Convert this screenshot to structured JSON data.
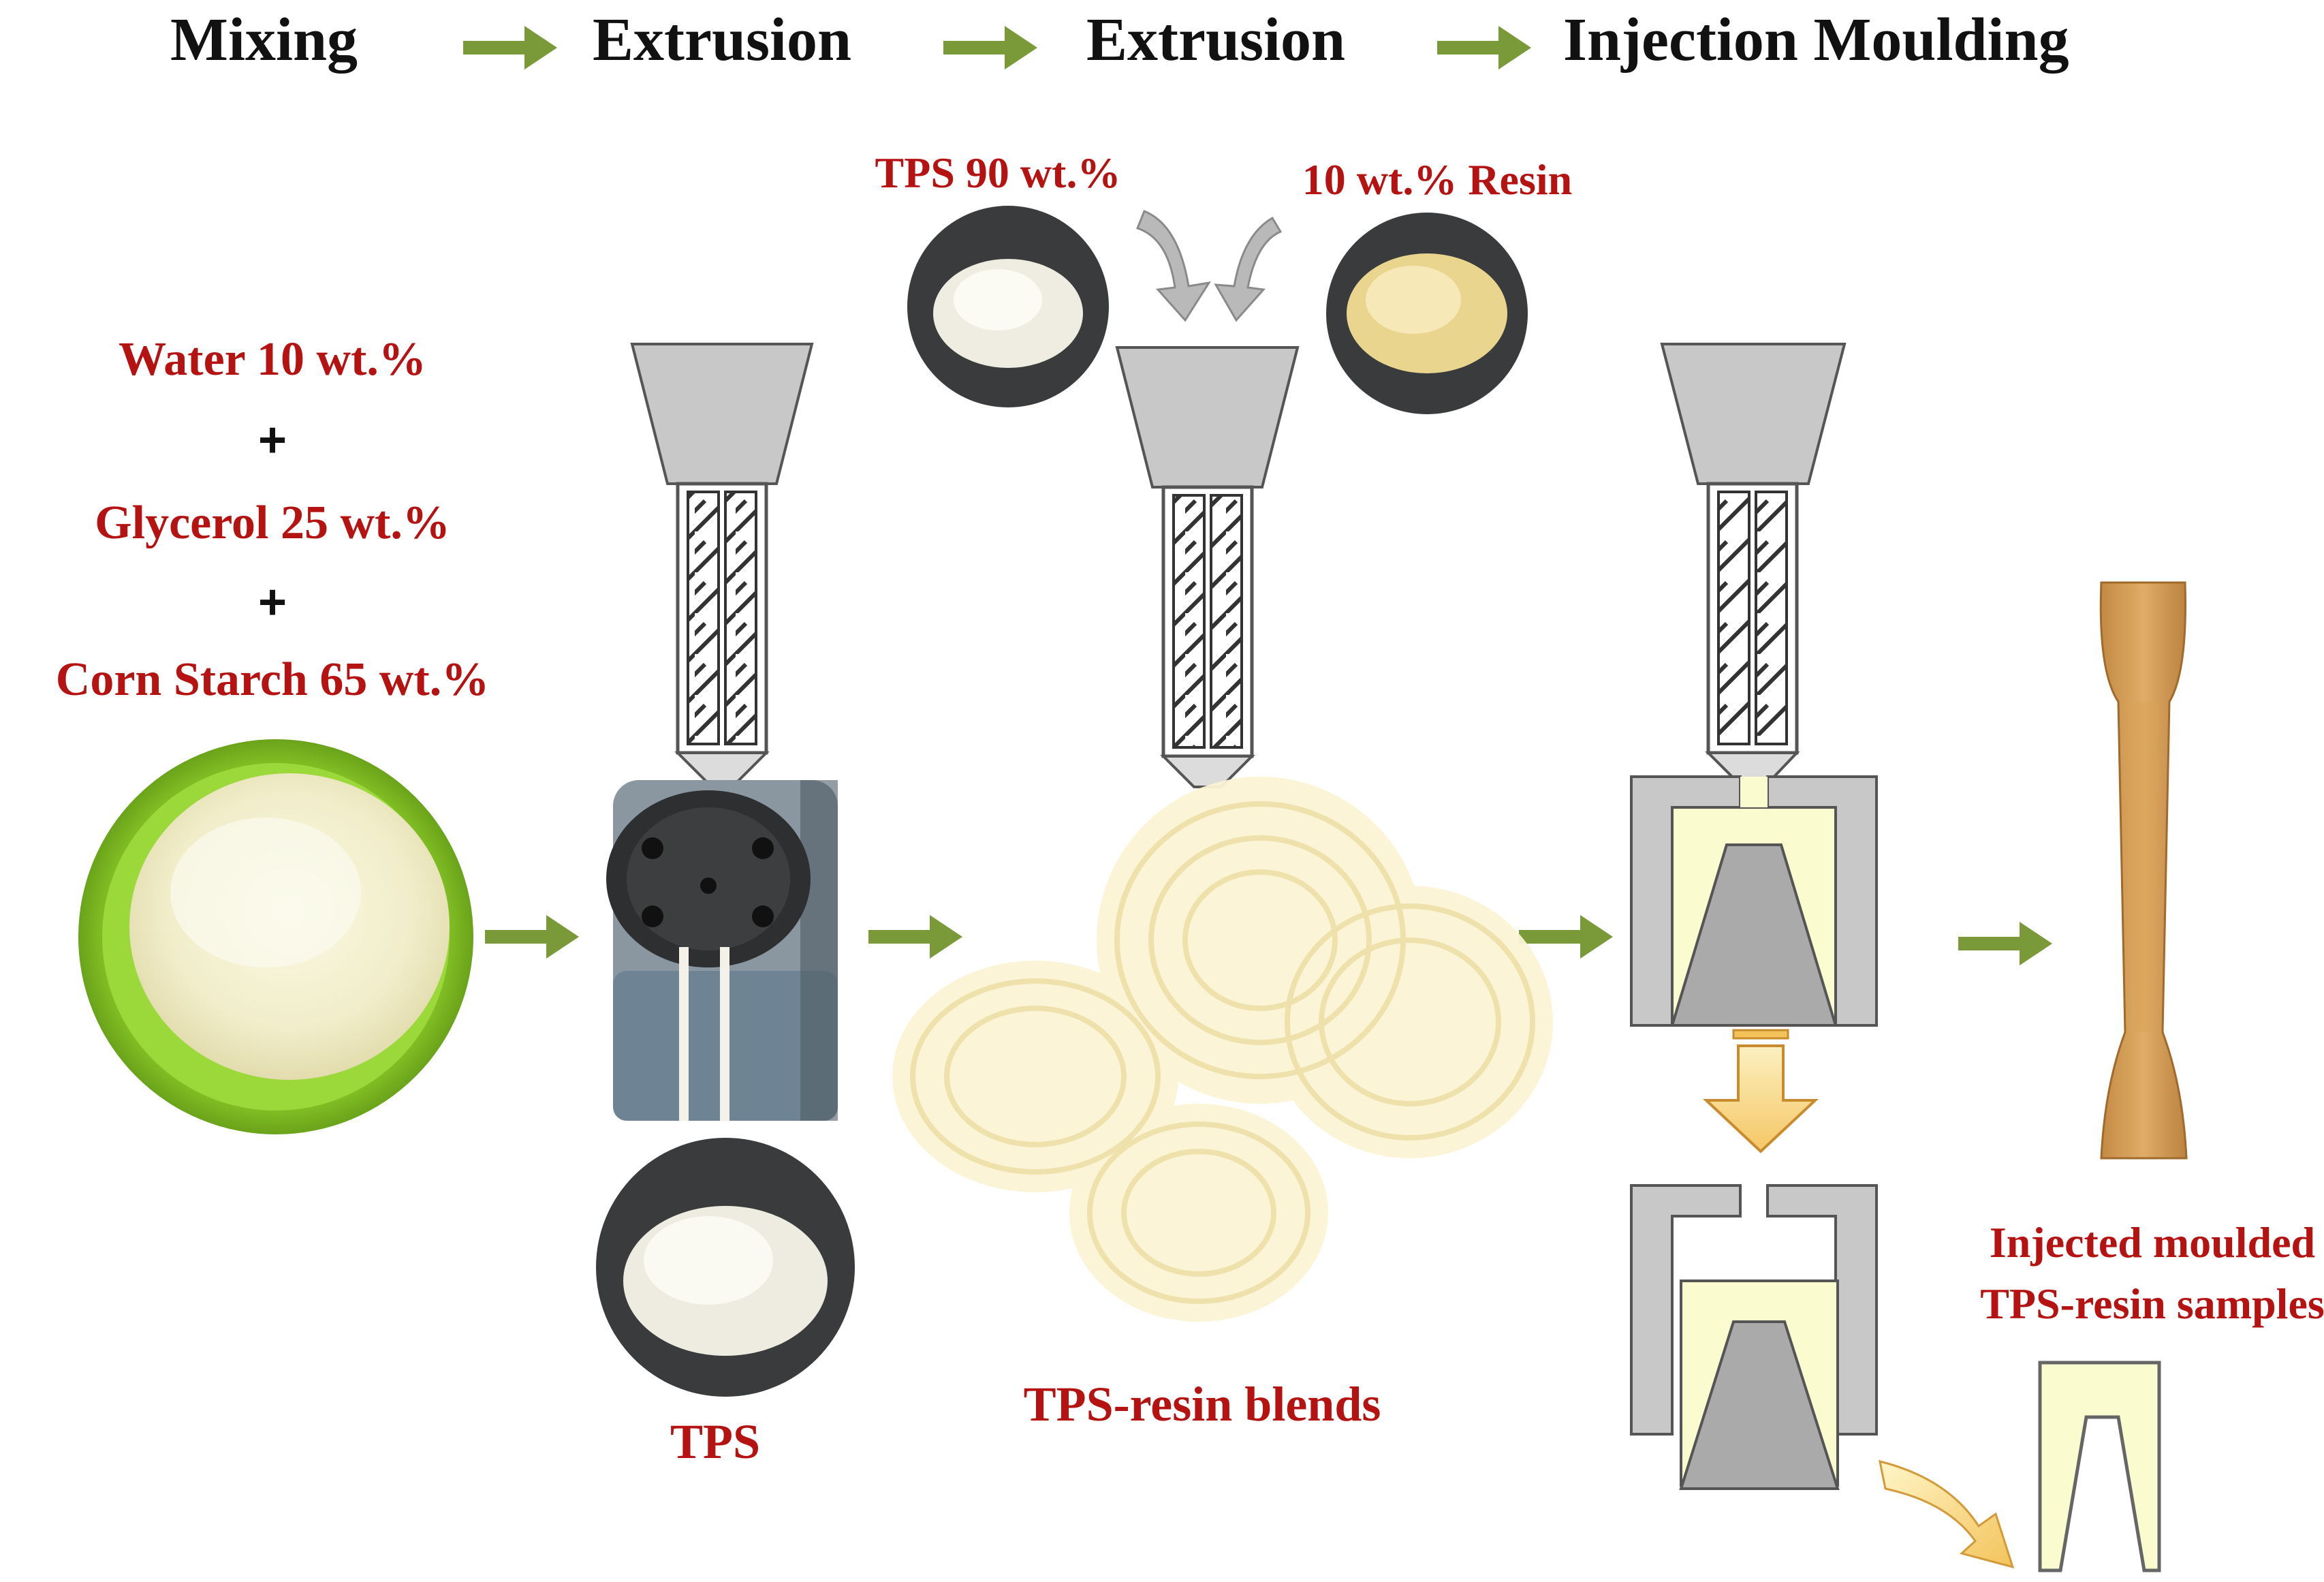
{
  "steps": [
    "Mixing",
    "Extrusion",
    "Extrusion",
    "Injection Moulding"
  ],
  "ingredients": {
    "water": "Water 10 wt.%",
    "plus": "+",
    "glycerol": "Glycerol 25 wt.%",
    "starch": "Corn Starch 65 wt.%"
  },
  "feed": {
    "tps": "TPS 90 wt.%",
    "resin": "10 wt.% Resin"
  },
  "labels": {
    "tps": "TPS",
    "blends": "TPS-resin blends",
    "samples_line1": "Injected moulded",
    "samples_line2": "TPS-resin samples"
  },
  "colors": {
    "arrow": "#7a9a3a",
    "label": "#b51212",
    "machine": "#c8c8c8",
    "melt": "#fbfbd0"
  }
}
